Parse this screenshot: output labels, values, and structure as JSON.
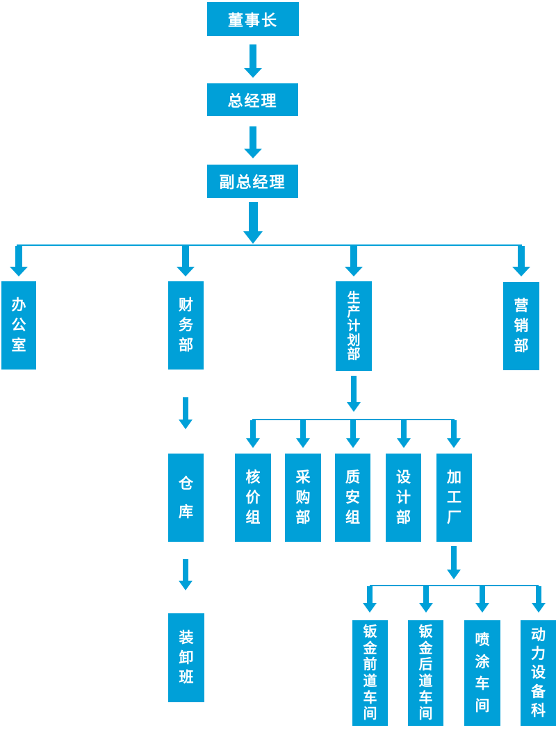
{
  "colors": {
    "accent": "#00A0D8",
    "text_on_accent": "#FFFFFF",
    "background": "#FFFFFF"
  },
  "org": {
    "label": "董事长",
    "child": {
      "label": "总经理",
      "child": {
        "label": "副总经理",
        "children": [
          {
            "label": "办公室"
          },
          {
            "label": "财务部",
            "children": [
              {
                "label": "仓库",
                "children": [
                  {
                    "label": "装卸班"
                  }
                ]
              }
            ]
          },
          {
            "label": "生产计划部",
            "children": [
              {
                "label": "核价组"
              },
              {
                "label": "采购部"
              },
              {
                "label": "质安组"
              },
              {
                "label": "设计部"
              },
              {
                "label": "加工厂",
                "children": [
                  {
                    "label": "钣金前道车间"
                  },
                  {
                    "label": "钣金后道车间"
                  },
                  {
                    "label": "喷涂车间"
                  },
                  {
                    "label": "动力设备科"
                  }
                ]
              }
            ]
          },
          {
            "label": "营销部"
          }
        ]
      }
    }
  }
}
